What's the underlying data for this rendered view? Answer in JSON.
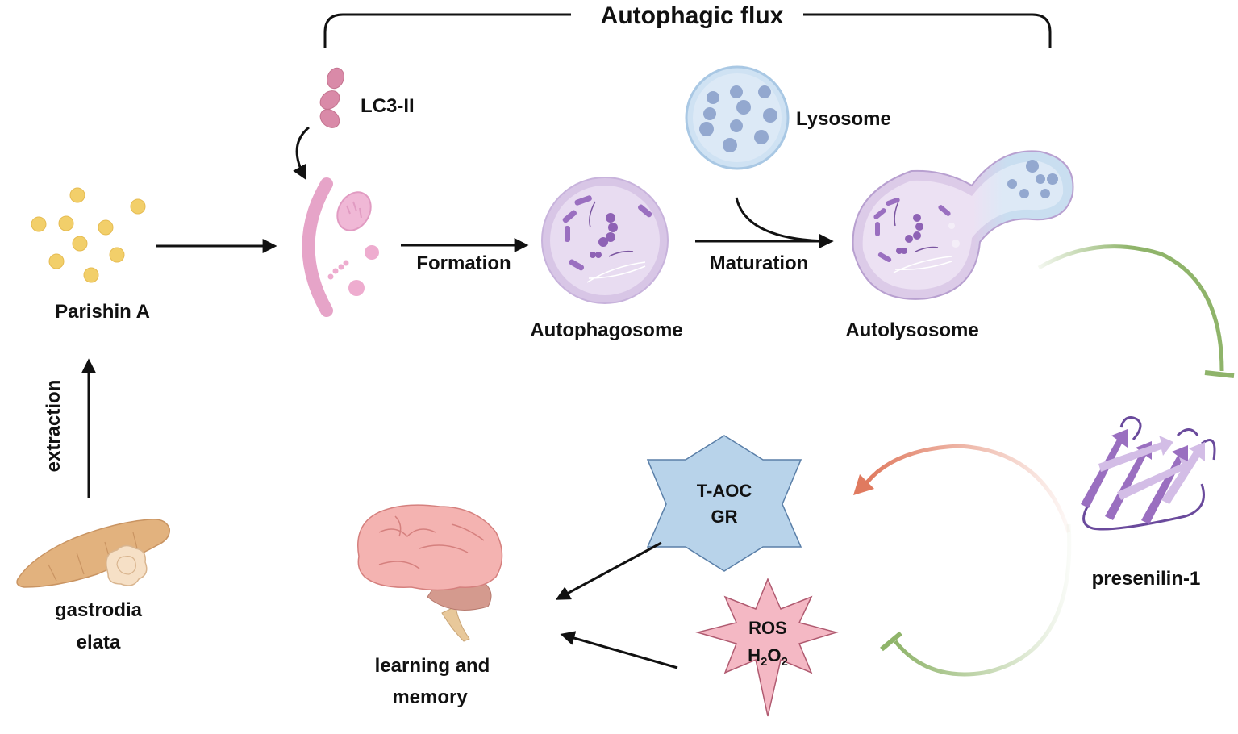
{
  "title": "Parishin A autophagic flux pathway",
  "labels": {
    "autophagic_flux": "Autophagic flux",
    "lc3": "LC3-II",
    "lysosome": "Lysosome",
    "formation": "Formation",
    "maturation": "Maturation",
    "autophagosome": "Autophagosome",
    "autolysosome": "Autolysosome",
    "parishin": "Parishin A",
    "extraction": "extraction",
    "gastrodia_line1": "gastrodia",
    "gastrodia_line2": "elata",
    "presenilin": "presenilin-1",
    "taoc_line1": "T-AOC",
    "taoc_line2": "GR",
    "ros_line1": "ROS",
    "ros_h": "H",
    "ros_sub1": "2",
    "ros_o": "O",
    "ros_sub2": "2",
    "learning_line1": "learning and",
    "learning_line2": "memory"
  },
  "colors": {
    "arrow": "#111111",
    "inhibit_green": "#8fb46a",
    "promote_red": "#e07a5f",
    "taoc_fill": "#b8d3ea",
    "taoc_stroke": "#5a7fa8",
    "ros_fill": "#f4b8c4",
    "ros_stroke": "#b05a70",
    "pill_yellow": "#f2cf6a",
    "membrane_pink": "#e6a4c8",
    "lc3_pink": "#d98aa8",
    "autophagosome_purple": "#d8c6e6",
    "lysosome_blue": "#cfe2f3",
    "protein_purple": "#9a6fc0"
  }
}
